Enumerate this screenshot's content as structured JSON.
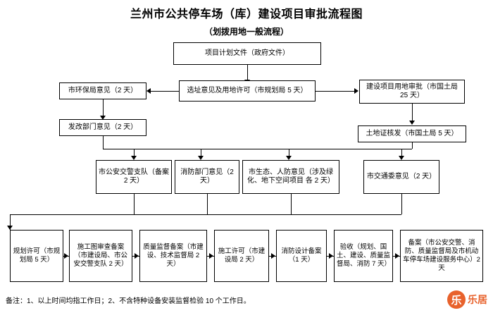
{
  "header": {
    "title": "兰州市公共停车场（库）建设项目审批流程图",
    "subtitle": "（划拨用地一般流程）"
  },
  "nodes": {
    "plan_doc": "项目计划文件（政府文件）",
    "env_opinion": "市环保局意见（2 天）",
    "site_permit": "选址意见及用地许可（市规划局 5 天）",
    "land_review": "建设项目用地审批（市国土局 25 天）",
    "dev_reform": "发改部门意见（2 天）",
    "land_cert": "土地证核发（市国土局 5 天）",
    "traffic_police": "市公安交警支队（备案 2 天）",
    "fire_dept": "消防部门意见（2 天）",
    "eco_defense": "市生态、人防意见（涉及绿化、地下空间项目 各 2 天）",
    "traffic_commission": "市交通委意见（2 天）",
    "plan_permit": "规划许可（市规划局 5 天）",
    "drawing_review": "施工图审查备案（市建设局、市公安交警支队 2 天）",
    "quality_record": "质量监督备案（市建设、技术监督局 2 天）",
    "construction_permit": "施工许可（市建设局 2 天）",
    "fire_design": "消防设计备案（1 天）",
    "acceptance": "验收（规划、国土、建设、质量监督局、消防 7 天）",
    "final_record": "备案（市公安交警、消防、质量监督局及市机动车停车场建设服务中心）2 天"
  },
  "footer": {
    "note": "备注：1、以上时间均指工作日；2、不含特种设备安装监督检验 10 个工作日。"
  },
  "brand": {
    "mark": "乐",
    "text": "乐居"
  }
}
